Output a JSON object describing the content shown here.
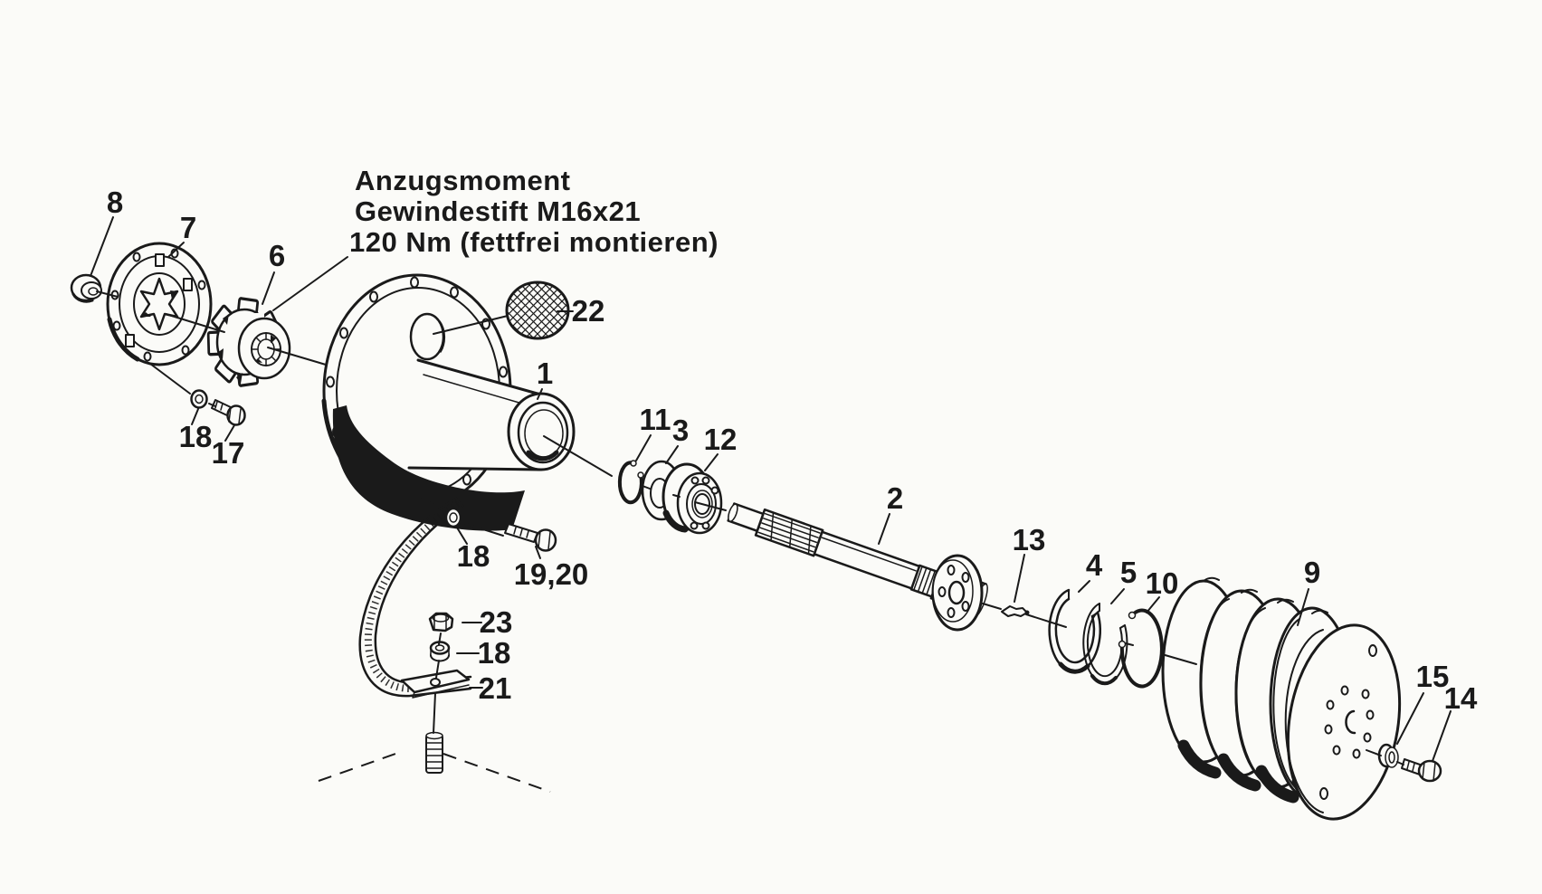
{
  "colors": {
    "ink": "#1a1a1a",
    "paper": "#fbfbf8"
  },
  "annotation": {
    "line1": "Anzugsmoment",
    "line2": "Gewindestift M16x21",
    "line3": "120 Nm (fettfrei montieren)"
  },
  "labels": {
    "l8": "8",
    "l7": "7",
    "l6": "6",
    "l22": "22",
    "l1": "1",
    "l11": "11",
    "l3": "3",
    "l12": "12",
    "l2": "2",
    "l13": "13",
    "l4": "4",
    "l5": "5",
    "l10": "10",
    "l9": "9",
    "l15": "15",
    "l14": "14",
    "l17": "17",
    "l18a": "18",
    "l18b": "18",
    "l18c": "18",
    "l1920": "19,20",
    "l23": "23",
    "l21": "21"
  }
}
